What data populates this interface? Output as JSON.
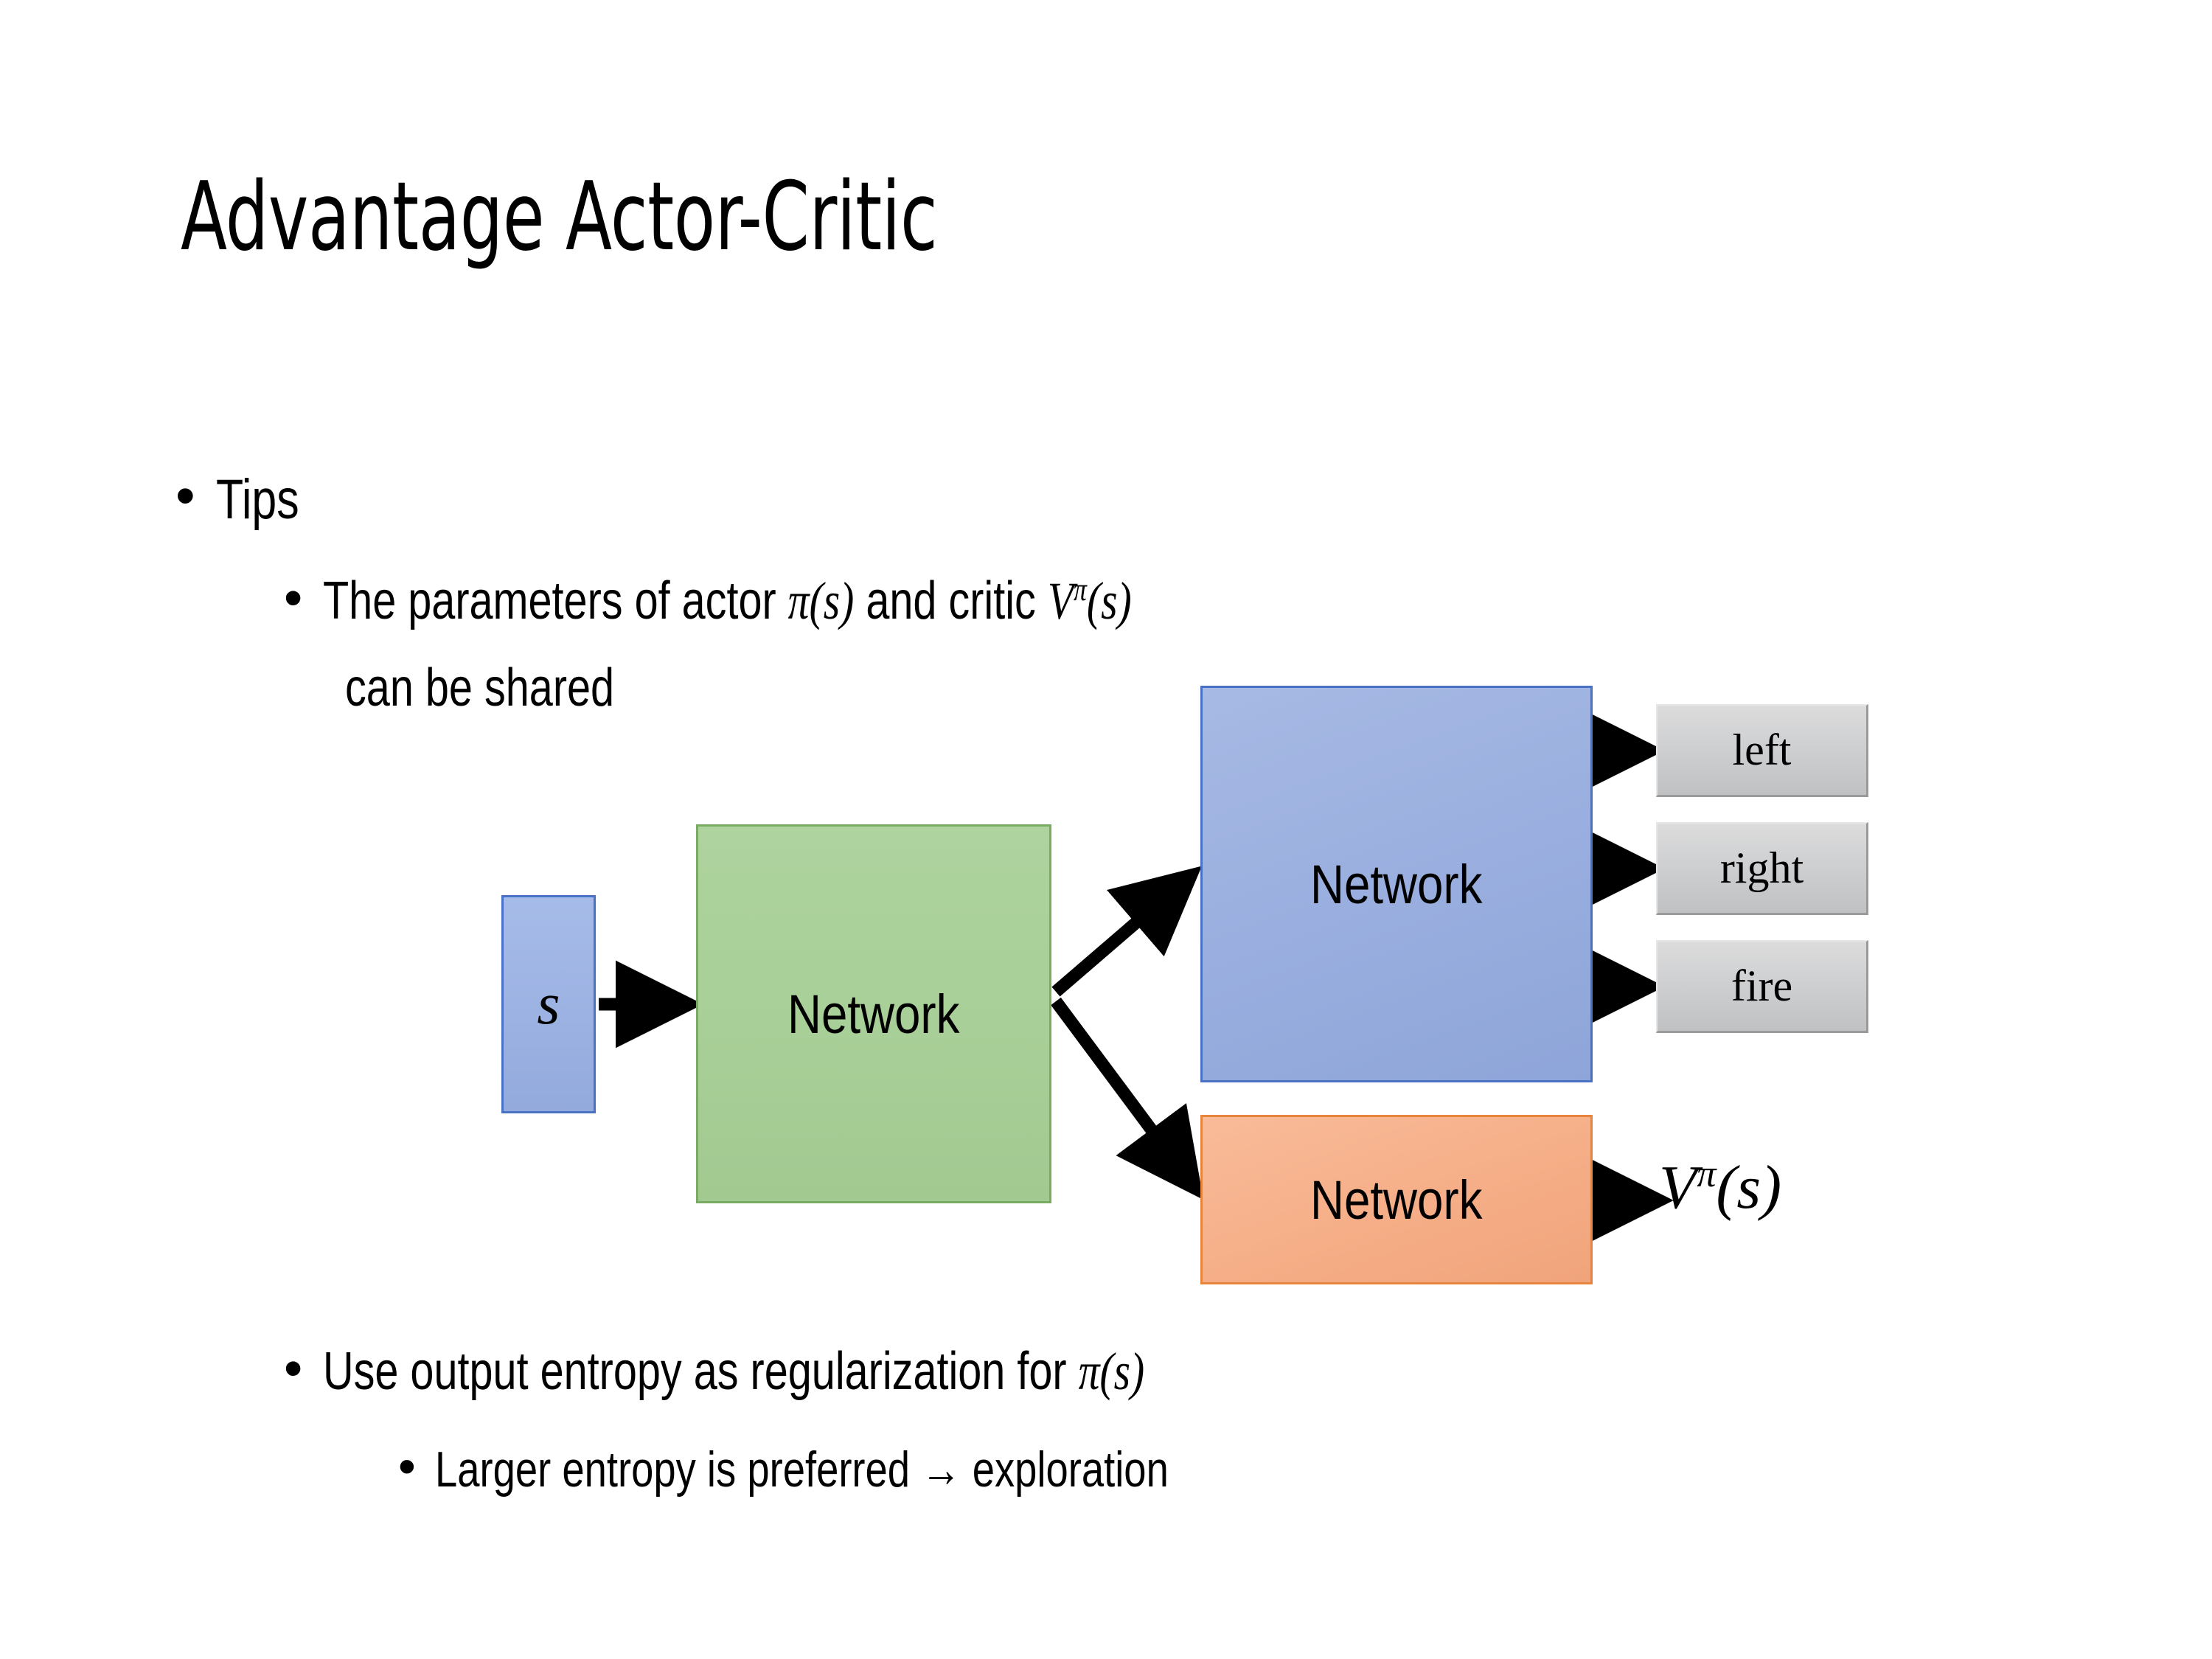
{
  "slide": {
    "title": "Advantage Actor-Critic",
    "background_color": "#FFFFFF"
  },
  "bullets": [
    {
      "level": 1,
      "marker": "•",
      "text": "Tips"
    },
    {
      "level": 2,
      "marker": "•",
      "text_part_1": "The parameters of actor ",
      "math_pi_s": "π(s)",
      "text_part_2": "  and critic ",
      "math_v_pi": "V",
      "math_v_pi_sup": "π",
      "math_v_pi_arg": "(s)",
      "continuation": "can be shared"
    },
    {
      "level": 2,
      "marker": "•",
      "text_part_1": "Use output entropy as regularization for ",
      "math_pi_s": "π(s)"
    },
    {
      "level": 3,
      "marker": "•",
      "text": "Larger entropy is preferred → exploration"
    }
  ],
  "diagram": {
    "input_box": {
      "label": "s",
      "fill": "#9CB2E2",
      "border": "#4A72C4"
    },
    "shared_network": {
      "label": "Network",
      "fill": "#A8CF97",
      "border": "#7AAB63"
    },
    "actor_network": {
      "label": "Network",
      "fill": "#9AAFDF",
      "border": "#4A72C4"
    },
    "critic_network": {
      "label": "Network",
      "fill": "#F5AE87",
      "border": "#E8843C"
    },
    "action_outputs": [
      {
        "label": "left",
        "fill": "#CFD0D2"
      },
      {
        "label": "right",
        "fill": "#CFD0D2"
      },
      {
        "label": "fire",
        "fill": "#CFD0D2"
      }
    ],
    "value_output": {
      "symbol": "V",
      "superscript": "π",
      "argument": "(s)"
    },
    "arrows": [
      {
        "name": "s-to-shared",
        "from": "input_box",
        "to": "shared_network"
      },
      {
        "name": "shared-to-actor",
        "from": "shared_network",
        "to": "actor_network"
      },
      {
        "name": "shared-to-critic",
        "from": "shared_network",
        "to": "critic_network"
      },
      {
        "name": "actor-to-left",
        "from": "actor_network",
        "to": "left"
      },
      {
        "name": "actor-to-right",
        "from": "actor_network",
        "to": "right"
      },
      {
        "name": "actor-to-fire",
        "from": "actor_network",
        "to": "fire"
      },
      {
        "name": "critic-to-value",
        "from": "critic_network",
        "to": "value_output"
      }
    ],
    "arrow_color": "#000000"
  }
}
